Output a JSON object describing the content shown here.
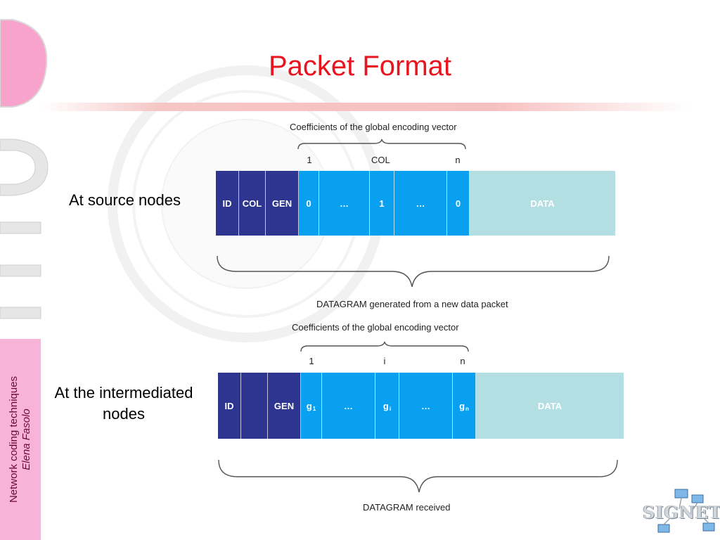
{
  "slide": {
    "title": "Packet Format",
    "sidebar": {
      "course": "Network coding techniques",
      "author": "Elena Fasolo"
    }
  },
  "rows": [
    {
      "label": "At source nodes",
      "top_caption": "Coefficients of the global encoding vector",
      "indices": [
        "1",
        "COL",
        "n"
      ],
      "cells": [
        "ID",
        "COL",
        "GEN",
        "0",
        "…",
        "1",
        "…",
        "0",
        "DATA"
      ],
      "bottom_caption": "DATAGRAM generated from a new data packet"
    },
    {
      "label": "At the intermediated nodes",
      "top_caption": "Coefficients of the global encoding vector",
      "indices": [
        "1",
        "i",
        "n"
      ],
      "cells": [
        "ID",
        "",
        "GEN",
        "g",
        "…",
        "g",
        "…",
        "g",
        "DATA"
      ],
      "subscripts": [
        "1",
        "i",
        "n"
      ],
      "bottom_caption": "DATAGRAM received"
    }
  ],
  "logo": {
    "text": "SIGNET"
  },
  "colors": {
    "title": "#e8141e",
    "header_cell": "#2d3590",
    "coefficient_cell": "#0aa0f0",
    "data_cell": "#b4dfe2",
    "sidebar": "#f7b3d8"
  }
}
